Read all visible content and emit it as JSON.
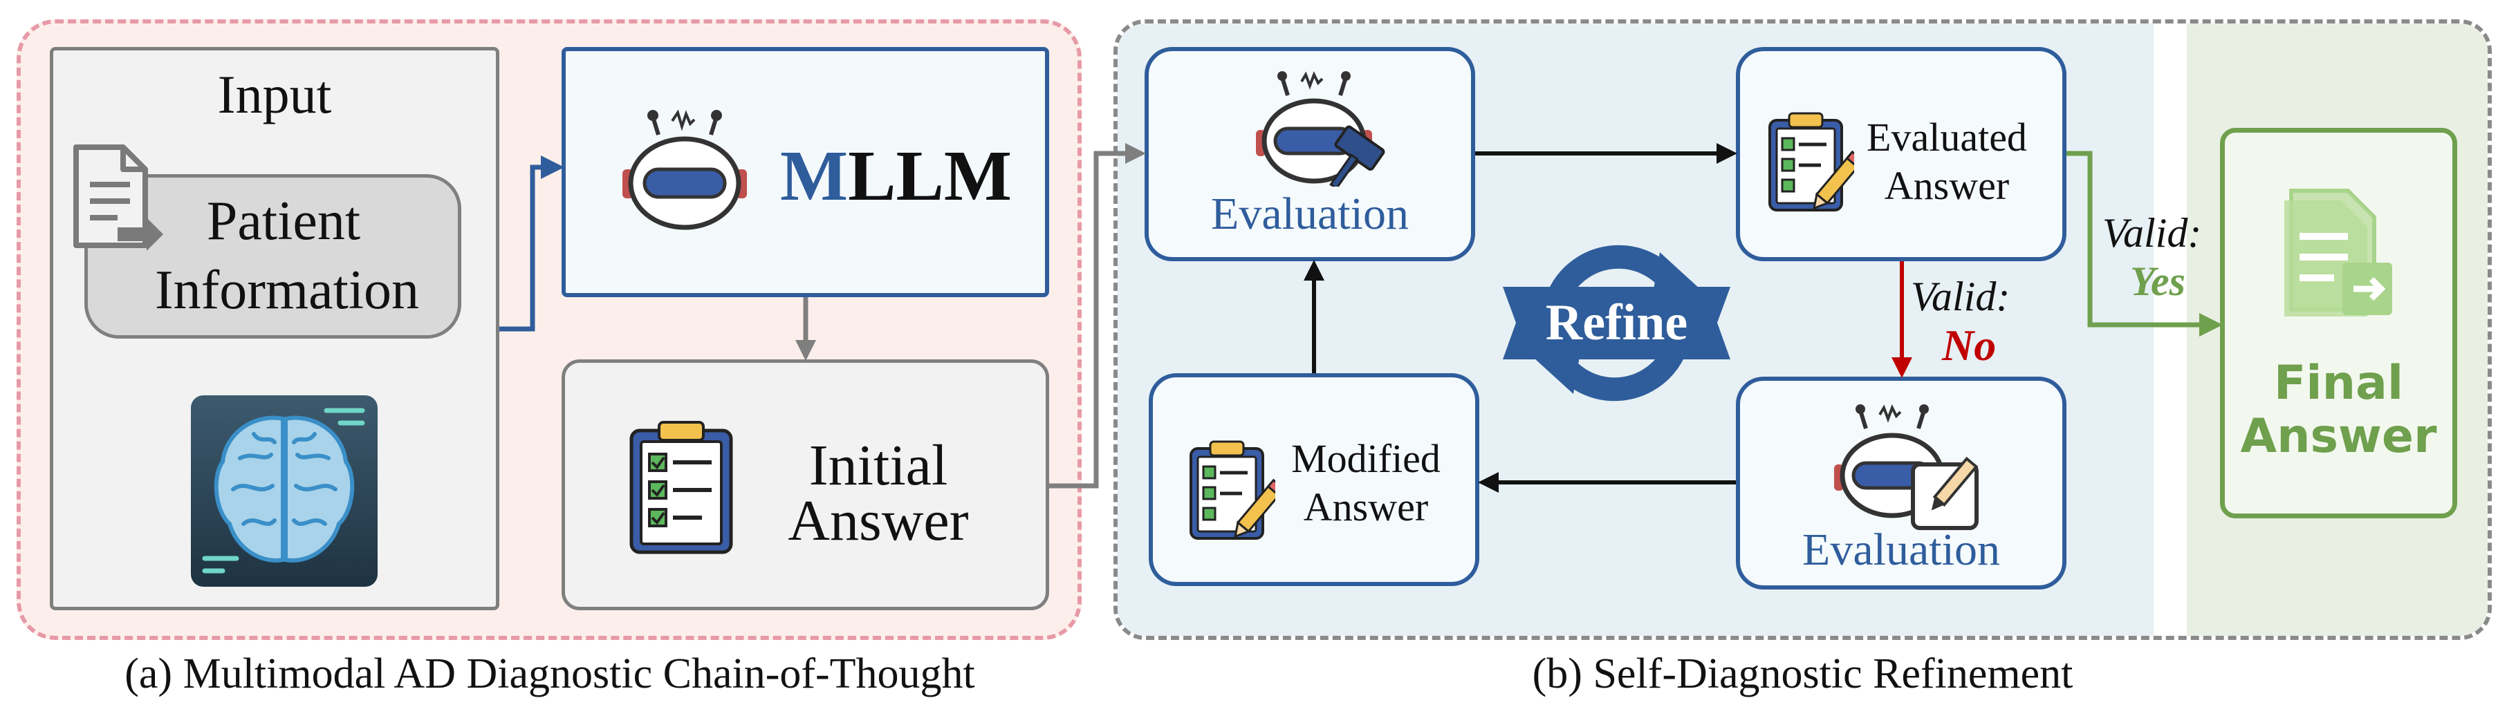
{
  "panel_a": {
    "caption": "(a) Multimodal AD Diagnostic Chain-of-Thought",
    "input_title": "Input",
    "patient_line1": "Patient",
    "patient_line2": "Information",
    "mllm_first": "M",
    "mllm_rest": "LLM",
    "initial_line1": "Initial",
    "initial_line2": "Answer"
  },
  "panel_b": {
    "caption": "(b) Self-Diagnostic Refinement",
    "evaluation_top": "Evaluation",
    "evaluated_line1": "Evaluated",
    "evaluated_line2": "Answer",
    "refine": "Refine",
    "valid_no_label": "Valid:",
    "valid_no_value": "No",
    "evaluation_bottom": "Evaluation",
    "modified_line1": "Modified",
    "modified_line2": "Answer",
    "valid_yes_label": "Valid:",
    "valid_yes_value": "Yes",
    "final_line1": "Final",
    "final_line2": "Answer"
  },
  "colors": {
    "accent_blue": "#2f5d9c",
    "no_red": "#c00000",
    "yes_green": "#6fa04d",
    "panel_a_border": "#e79aa6",
    "panel_b_border": "#8a8a8a"
  }
}
